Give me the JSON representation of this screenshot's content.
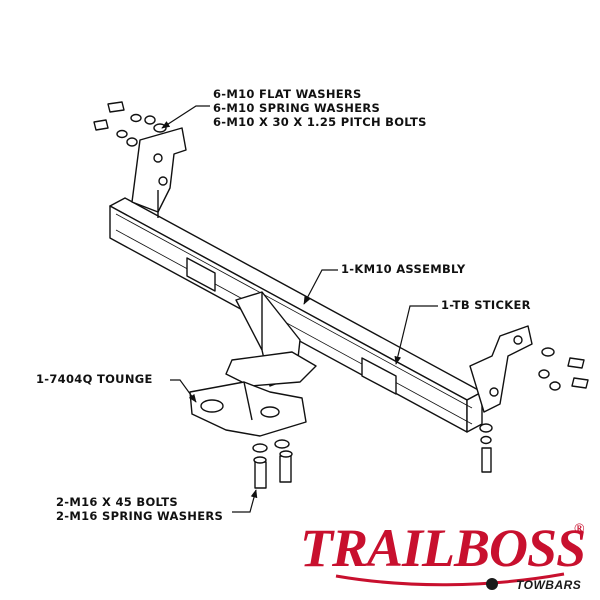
{
  "callouts": {
    "fasteners_top": [
      "6-M10 FLAT WASHERS",
      "6-M10 SPRING WASHERS",
      "6-M10 X 30 X 1.25 PITCH BOLTS"
    ],
    "assembly": "1-KM10 ASSEMBLY",
    "sticker": "1-TB STICKER",
    "tongue": "1-7404Q TOUNGE",
    "fasteners_bottom": [
      "2-M16 X 45 BOLTS",
      "2-M16 SPRING WASHERS"
    ]
  },
  "logo": {
    "main": "TRAILBOSS",
    "registered": "®",
    "sub": "TOWBARS"
  },
  "colors": {
    "brand_red": "#c8102e",
    "line": "#111111"
  }
}
